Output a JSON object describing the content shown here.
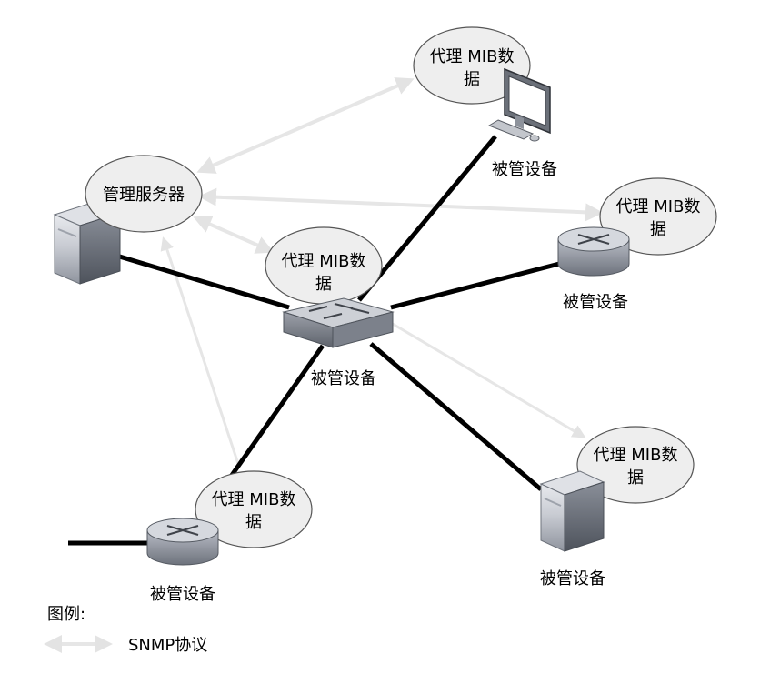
{
  "manager": {
    "bubble_text": "管理服务器"
  },
  "agents": {
    "computer": {
      "bubble_line1": "代理 MIB数",
      "bubble_line2": "据",
      "label": "被管设备"
    },
    "router_right": {
      "bubble_line1": "代理 MIB数",
      "bubble_line2": "据",
      "label": "被管设备"
    },
    "switch_center": {
      "bubble_line1": "代理 MIB数",
      "bubble_line2": "据",
      "label": "被管设备"
    },
    "server_right": {
      "bubble_line1": "代理 MIB数",
      "bubble_line2": "据",
      "label": "被管设备"
    },
    "router_left": {
      "bubble_line1": "代理 MIB数",
      "bubble_line2": "据",
      "label": "被管设备"
    }
  },
  "legend": {
    "title": "图例:",
    "snmp_label": "SNMP协议"
  },
  "colors": {
    "link": "#000000",
    "snmp_arrow": "#e6e6e6",
    "bubble_fill": "#eeeeee",
    "bubble_stroke": "#555555"
  }
}
